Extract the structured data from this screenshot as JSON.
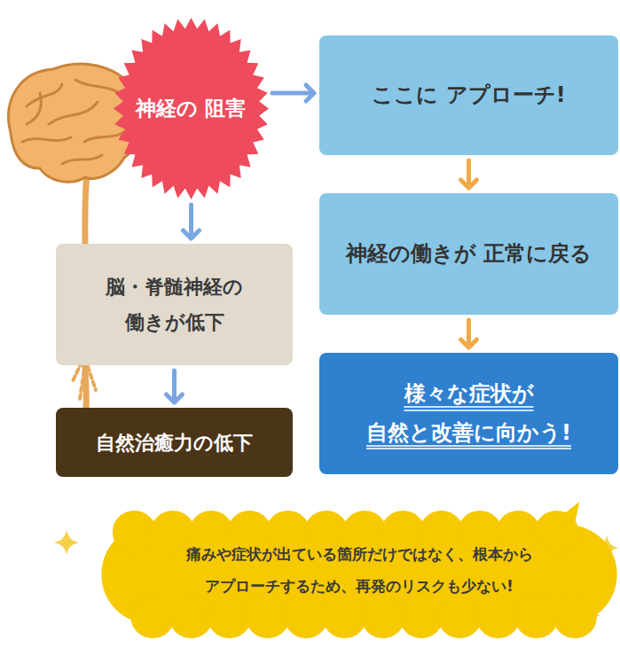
{
  "diagram": {
    "nodes": [
      {
        "text": [
          "神経の 阻害"
        ]
      },
      {
        "text": [
          "ここに アプローチ!"
        ]
      },
      {
        "text": [
          "神経の働きが 正常に戻る"
        ]
      },
      {
        "text": [
          "様々な症状が 自然と改善に向かう!"
        ]
      },
      {
        "text": [
          "脳・脊髄神経の 働きが低下"
        ]
      },
      {
        "text": [
          "自然治癒力の低下"
        ]
      },
      {
        "text": [
          "痛みや症状が出ている箇所だけではなく、根本から アプローチするため、再発のリスクも少ない!"
        ]
      }
    ],
    "edges": [
      {
        "from": 0,
        "to": 1,
        "arrow": "to"
      },
      {
        "from": 0,
        "to": 4,
        "arrow": "to"
      },
      {
        "from": 4,
        "to": 5,
        "arrow": "to"
      },
      {
        "from": 1,
        "to": 2,
        "arrow": "to"
      },
      {
        "from": 2,
        "to": 3,
        "arrow": "to"
      }
    ]
  }
}
